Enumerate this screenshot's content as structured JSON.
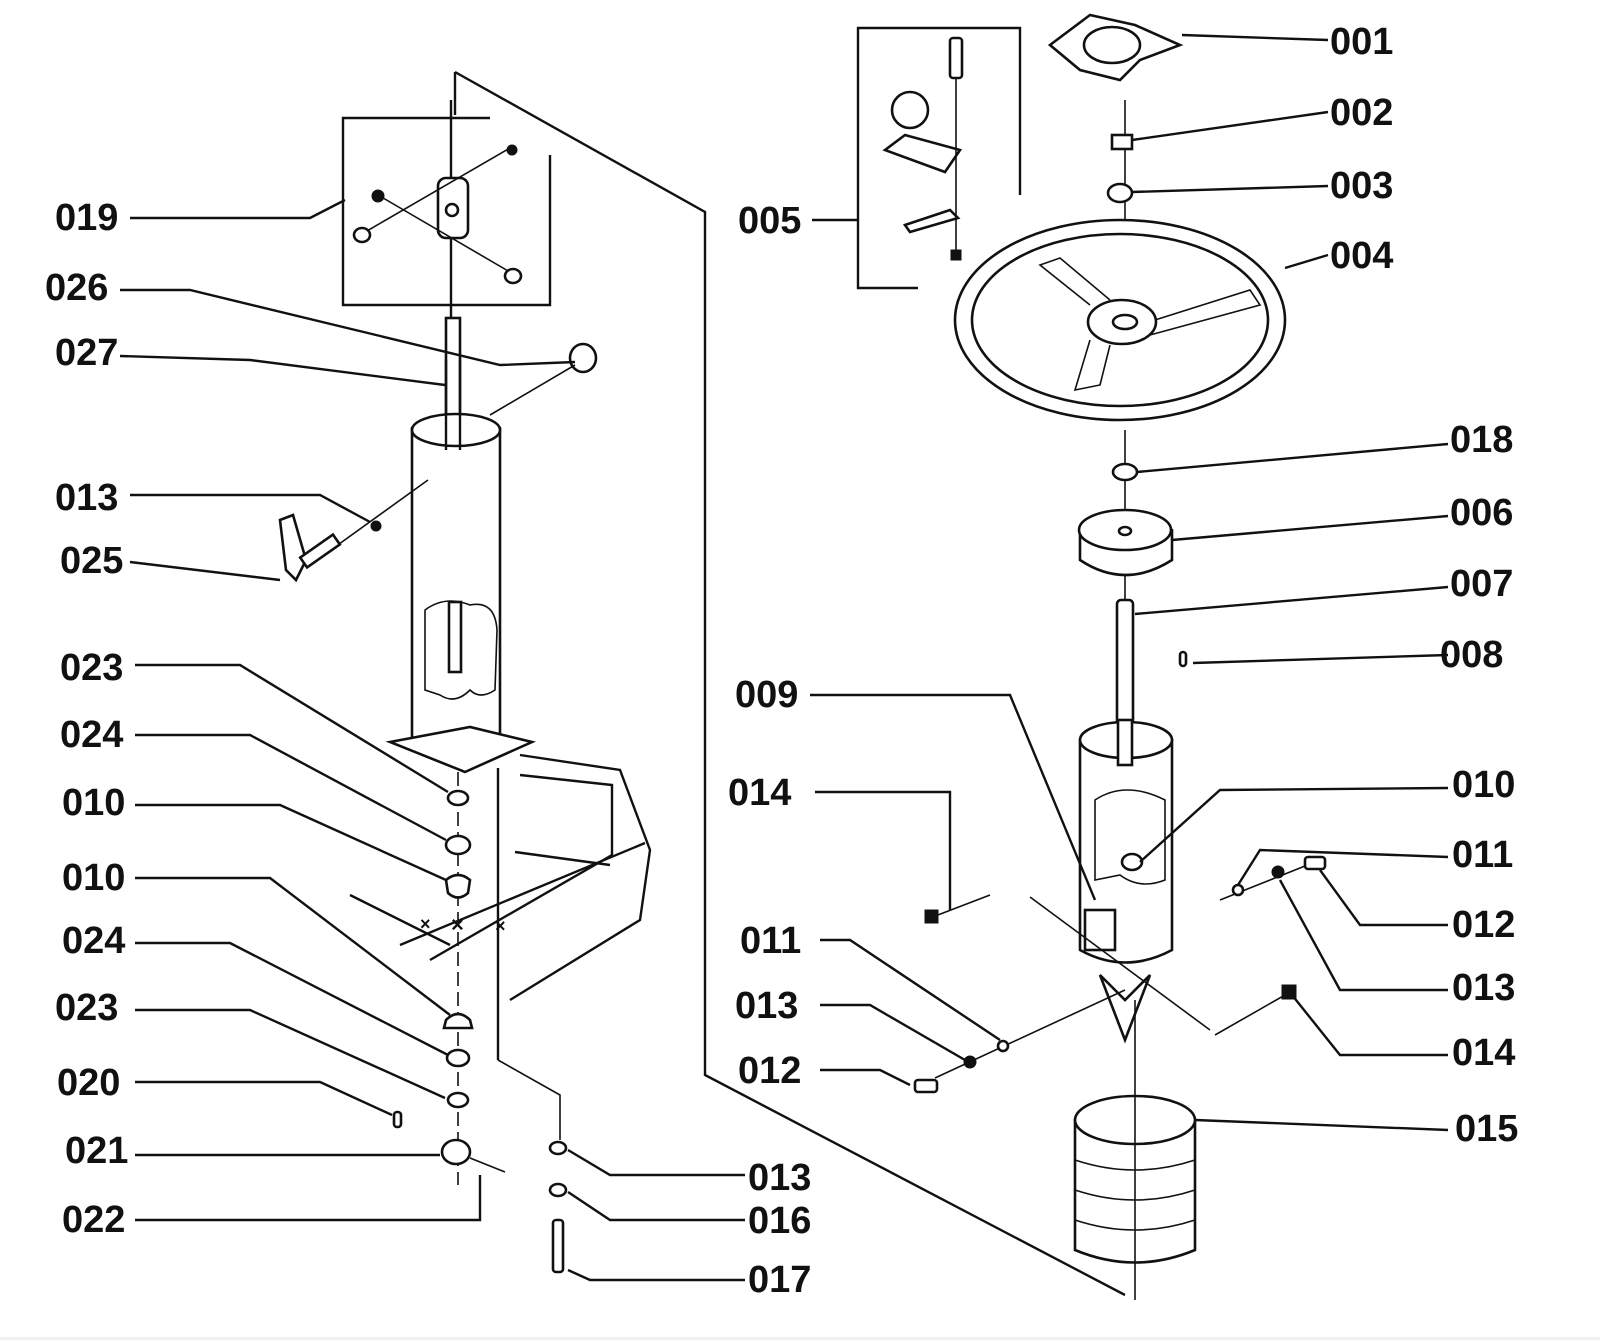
{
  "title": "Steering column exploded parts diagram",
  "labels": {
    "p001": "001",
    "p002": "002",
    "p003": "003",
    "p004": "004",
    "p005": "005",
    "p018": "018",
    "p006": "006",
    "p007": "007",
    "p008": "008",
    "p009": "009",
    "p010r": "010",
    "p014a": "014",
    "p011a": "011",
    "p012a": "012",
    "p013a": "013",
    "p011b": "011",
    "p013b": "013",
    "p012b": "012",
    "p014b": "014",
    "p015": "015",
    "p019": "019",
    "p026": "026",
    "p027": "027",
    "p013c": "013",
    "p025": "025",
    "p023a": "023",
    "p024a": "024",
    "p010a": "010",
    "p010b": "010",
    "p024b": "024",
    "p023b": "023",
    "p020": "020",
    "p021": "021",
    "p022": "022",
    "p013d": "013",
    "p016": "016",
    "p017": "017"
  }
}
